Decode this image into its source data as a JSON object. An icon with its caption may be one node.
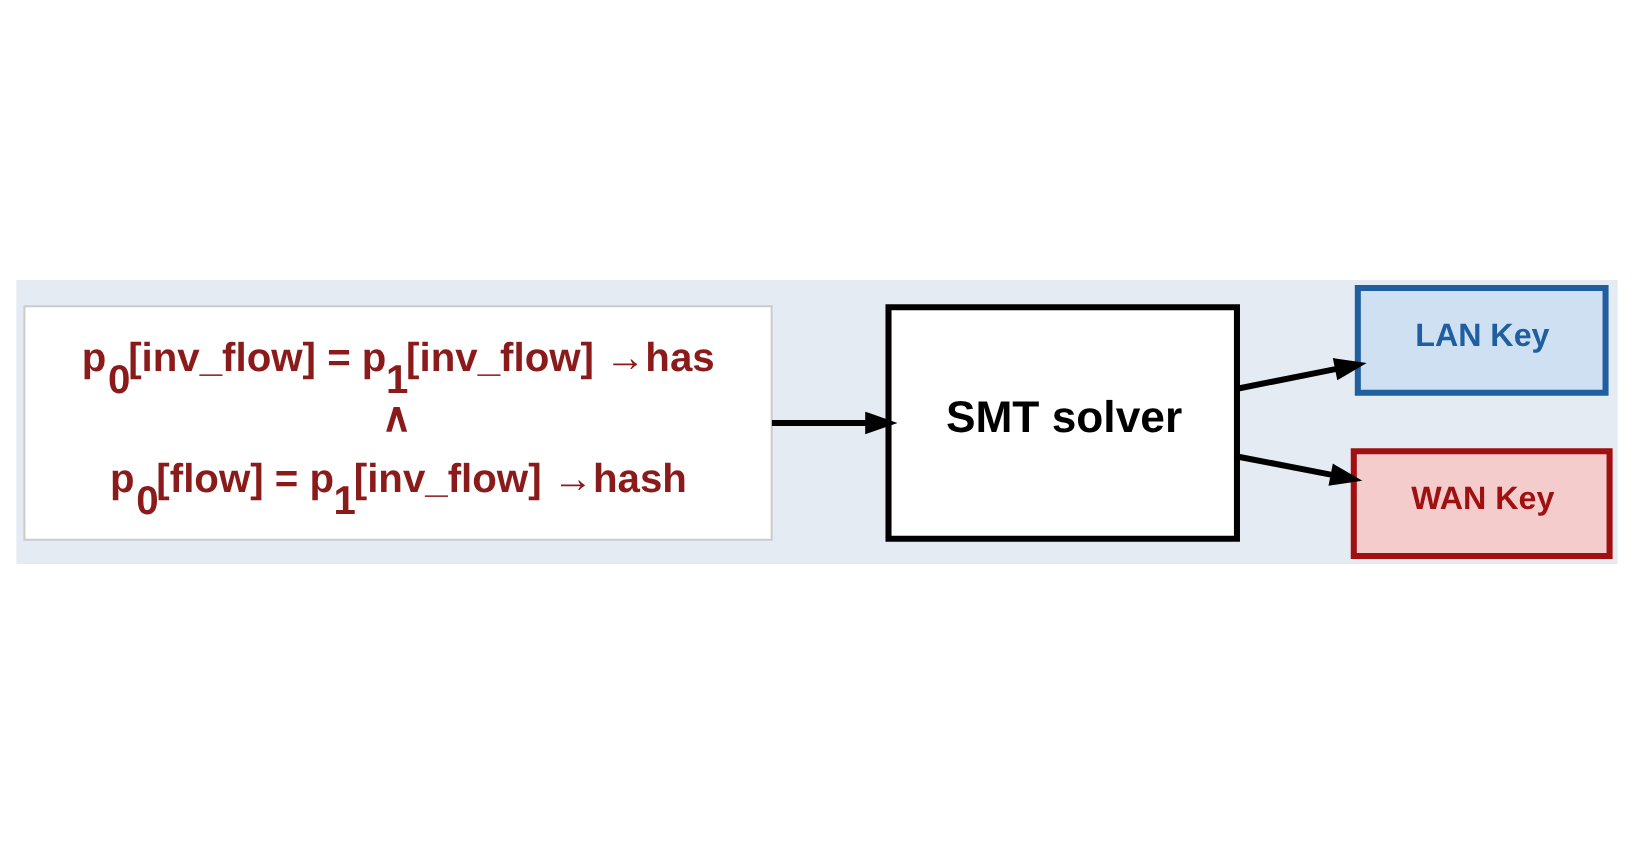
{
  "diagram": {
    "nodes": [
      {
        "text": [
          "p$_{0}$[inv_flow] = p$_{1}$[inv_flow] →has",
          "∧",
          "p$_{0}$[flow] = p$_{1}$[inv_flow] →hash"
        ]
      },
      {
        "text": [
          "SMT solver"
        ]
      },
      {
        "text": [
          "LAN Key"
        ]
      },
      {
        "text": [
          "WAN Key"
        ]
      }
    ],
    "edges": [
      {
        "from": 0,
        "to": 1,
        "arrow": "to"
      },
      {
        "from": 1,
        "to": 2,
        "arrow": "to"
      },
      {
        "from": 1,
        "to": 3,
        "arrow": "to"
      }
    ]
  }
}
